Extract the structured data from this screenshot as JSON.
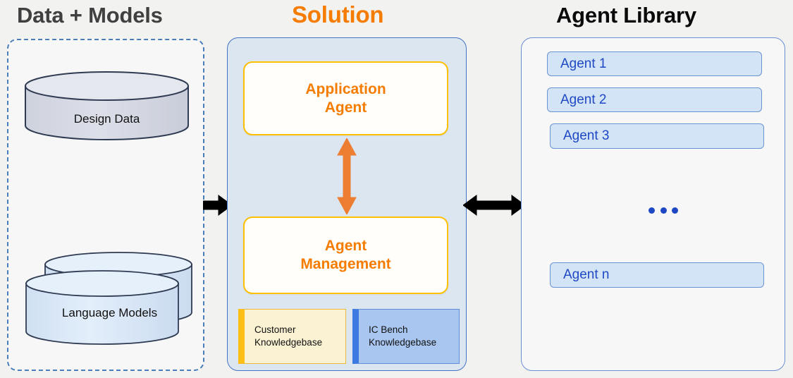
{
  "columns": {
    "data_models": {
      "title": "Data + Models",
      "items": [
        {
          "label": "Design  Data",
          "shape": "cylinder",
          "fill": "#d9dce5"
        },
        {
          "label": "Language Models",
          "shape": "double-cylinder",
          "fill": "#dce8f5"
        }
      ]
    },
    "solution": {
      "title": "Solution",
      "boxes": [
        {
          "label": "Application\nAgent",
          "line1": "Application",
          "line2": "Agent"
        },
        {
          "label": "Agent\nManagement",
          "line1": "Agent",
          "line2": "Management"
        }
      ],
      "knowledgebases": [
        {
          "line1": "Customer",
          "line2": "Knowledgebase",
          "accent": "#ffbf16"
        },
        {
          "line1": "IC Bench",
          "line2": "Knowledgebase",
          "accent": "#3b7ae0"
        }
      ]
    },
    "agent_library": {
      "title": "Agent Library",
      "agents": [
        {
          "label": "Agent 1"
        },
        {
          "label": "Agent 2"
        },
        {
          "label": "Agent 3"
        },
        {
          "label": "Agent n"
        }
      ],
      "ellipsis": "• • •"
    }
  },
  "connectors": [
    {
      "name": "data-to-solution",
      "direction": "right",
      "color": "#000000"
    },
    {
      "name": "app-agent-to-agent-management",
      "direction": "vertical-both",
      "color": "#ed7d31"
    },
    {
      "name": "solution-to-agent-library",
      "direction": "horizontal-both",
      "color": "#000000"
    }
  ],
  "colors": {
    "background": "#f2f2f0",
    "solution_accent": "#f57c00",
    "solution_panel_fill": "#dce6f1",
    "solution_panel_border": "#4472c4",
    "data_panel_border": "#4a7ebb",
    "agent_pill_fill": "#d4e4f7",
    "agent_pill_text": "#1f49c4",
    "box_border": "#ffc000"
  }
}
